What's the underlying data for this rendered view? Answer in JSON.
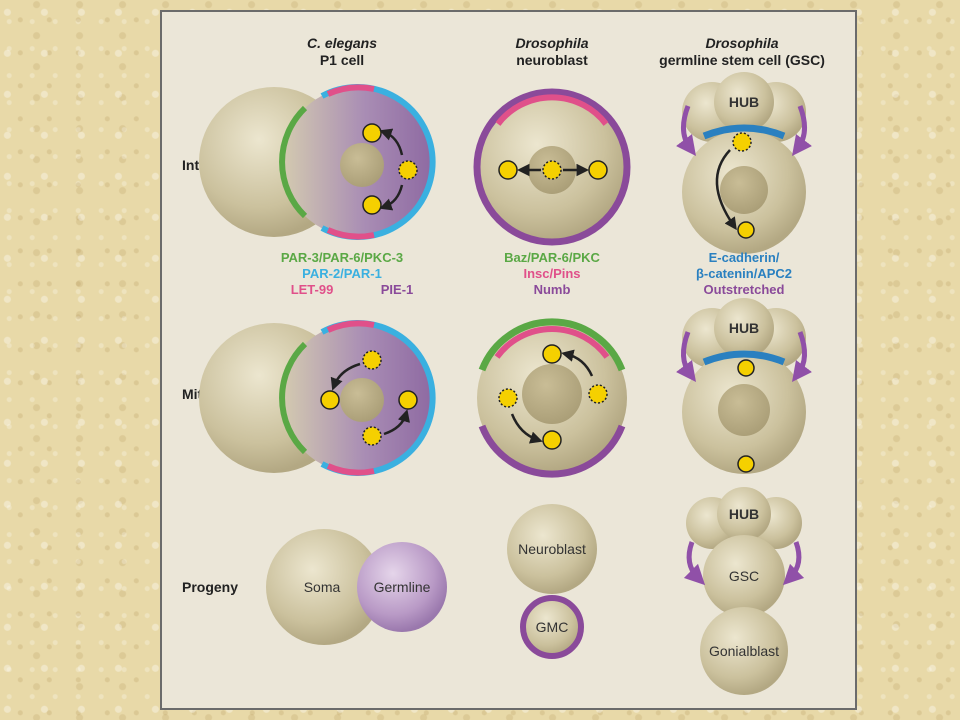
{
  "columns": {
    "c1_line1": "C. elegans",
    "c1_line2": "P1 cell",
    "c2_line1": "Drosophila",
    "c2_line2": "neuroblast",
    "c3_line1": "Drosophila",
    "c3_line2": "germline stem cell (GSC)"
  },
  "rows": {
    "interphase": "Interphase",
    "mitosis": "Mitosis",
    "progeny": "Progeny"
  },
  "legend_col1": {
    "l1": "PAR-3/PAR-6/PKC-3",
    "l2": "PAR-2/PAR-1",
    "l3a": "LET-99",
    "l3b": "PIE-1"
  },
  "legend_col2": {
    "l1": "Baz/PAR-6/PKC",
    "l2": "Insc/Pins",
    "l3": "Numb"
  },
  "legend_col3": {
    "l1": "E-cadherin/",
    "l2": "β-catenin/APC2",
    "l3": "Outstretched"
  },
  "cell_labels": {
    "hub": "HUB",
    "soma": "Soma",
    "germline": "Germline",
    "neuroblast": "Neuroblast",
    "gmc": "GMC",
    "gsc": "GSC",
    "gonialblast": "Gonialblast"
  },
  "colors": {
    "par3_green": "#5aa845",
    "par2_blue": "#3ab0e0",
    "let99_pink": "#e0508a",
    "pie1_purple": "#8a4a9a",
    "ecad_blue": "#2a80c0",
    "cell_tan": "#c9bf9a",
    "centrosome_yellow": "#f5d000"
  }
}
